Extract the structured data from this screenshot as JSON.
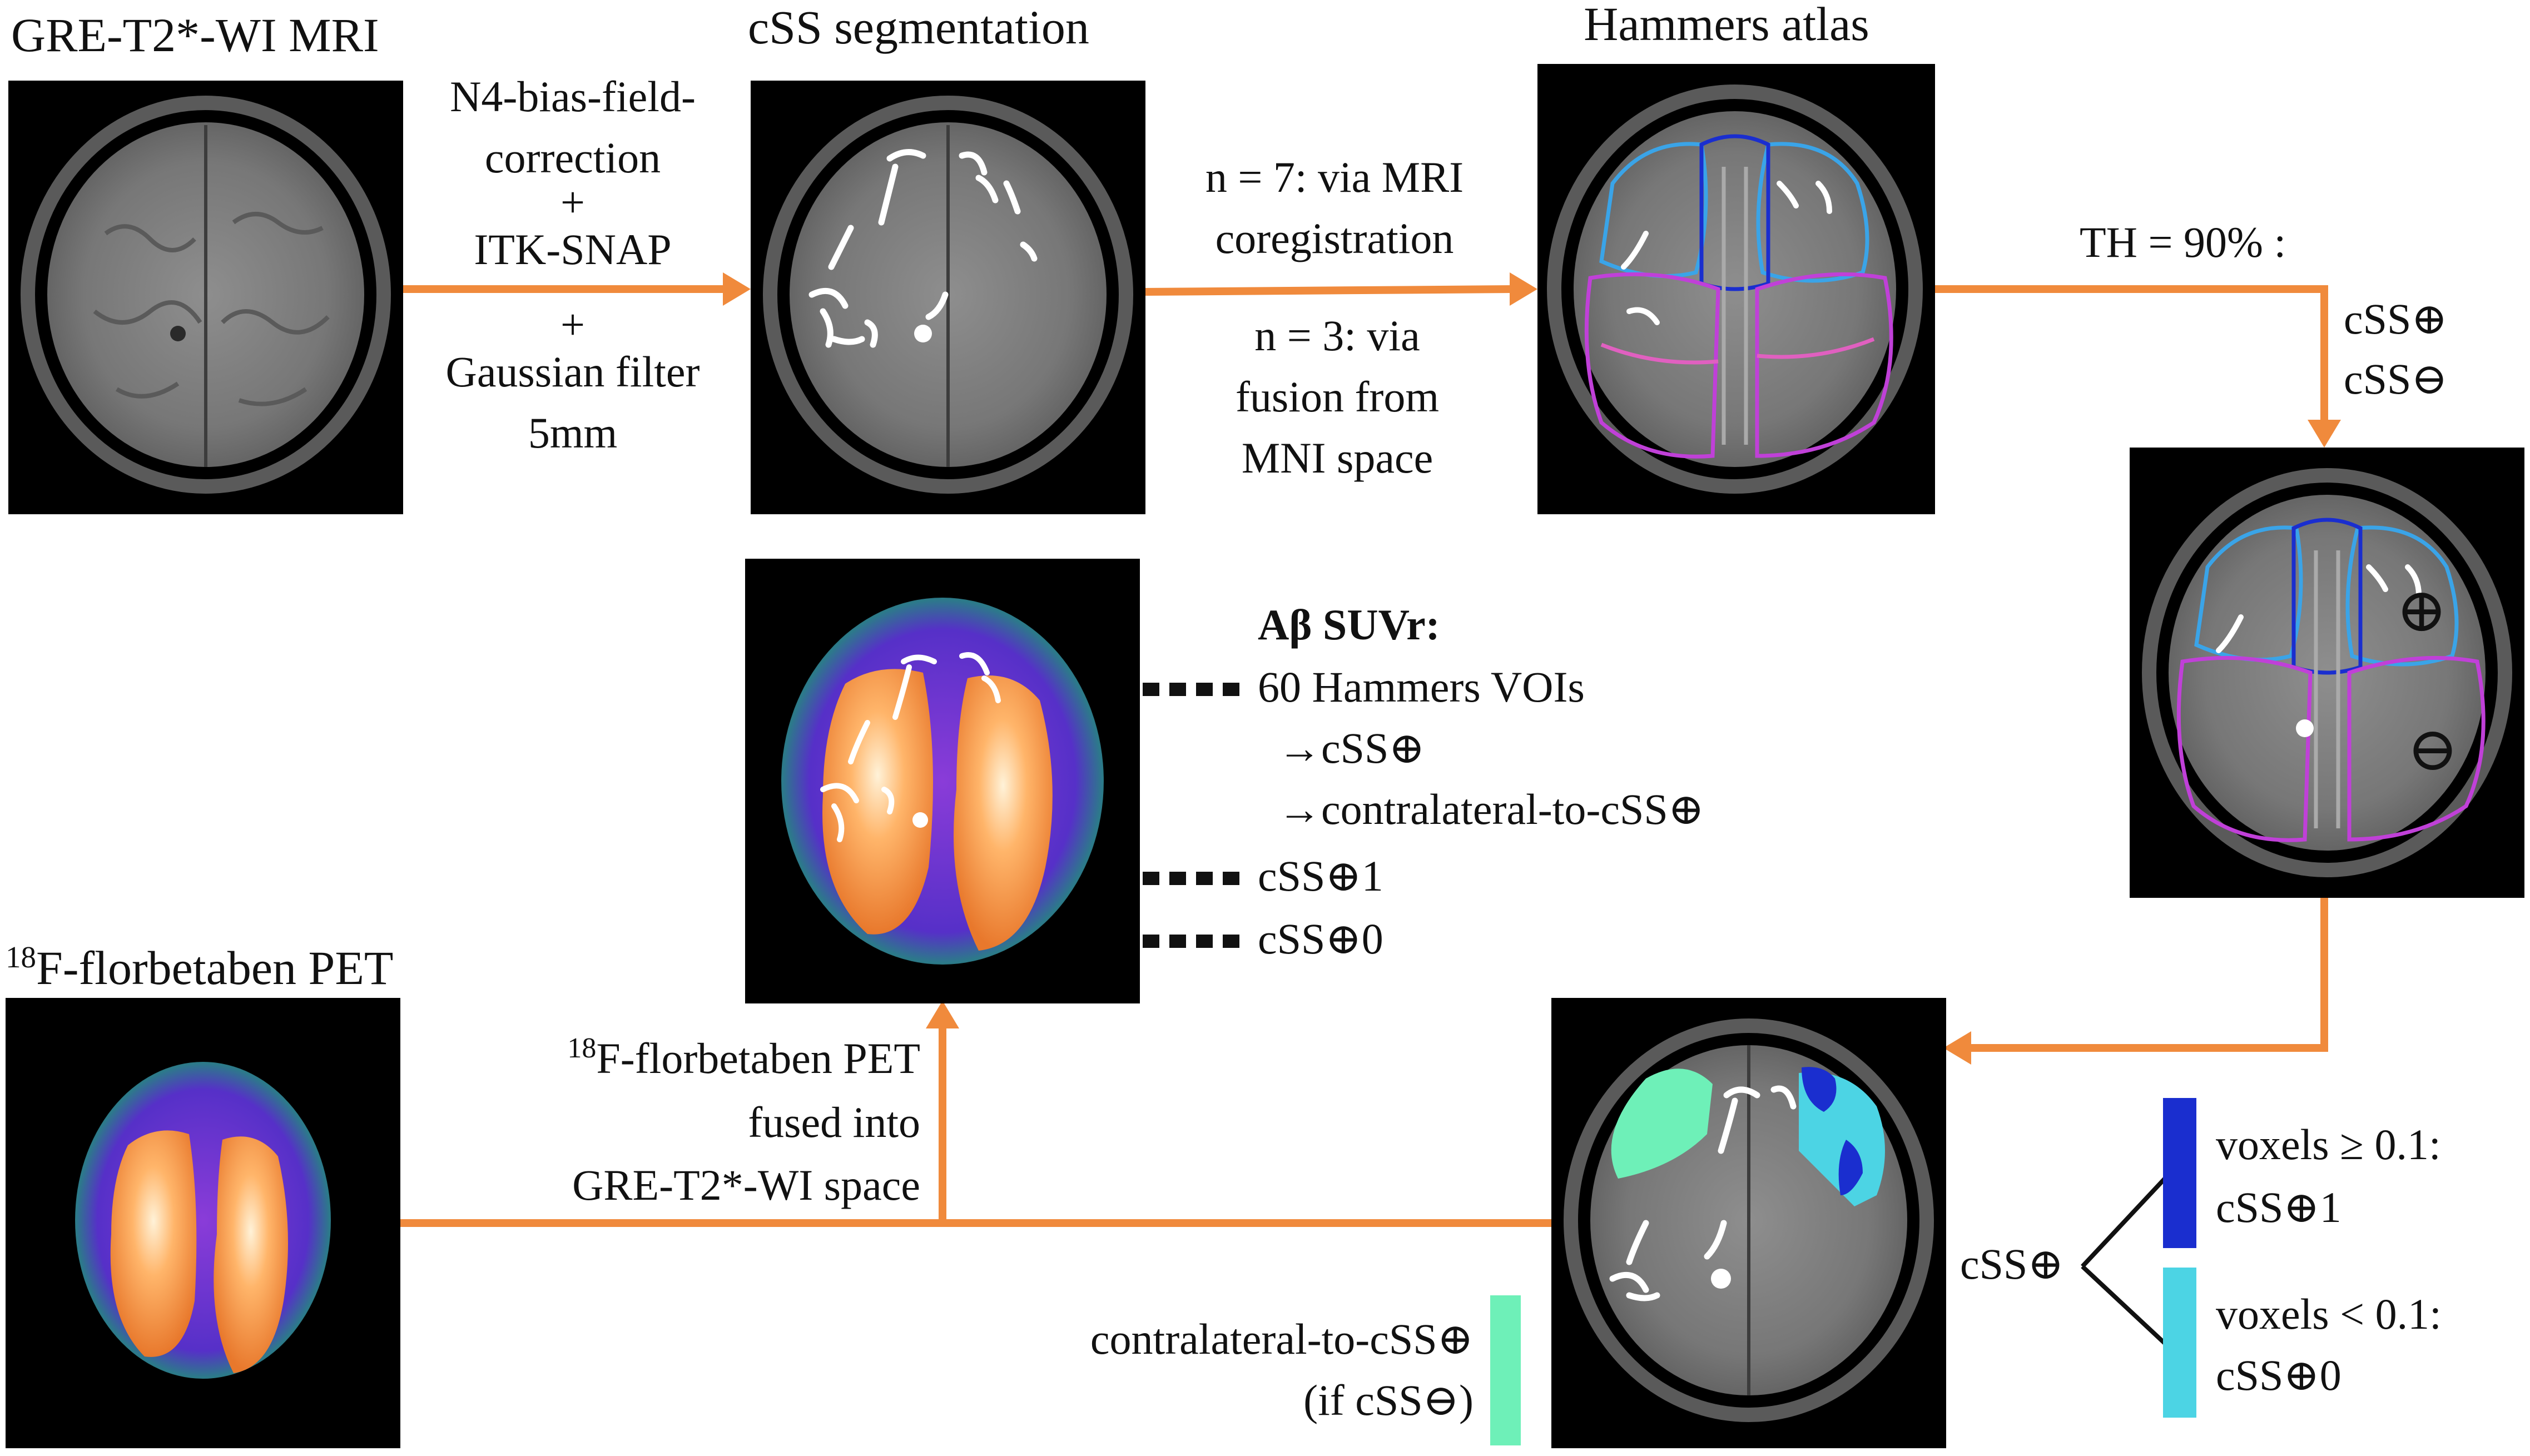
{
  "titles": {
    "mri": "GRE-T2*-WI MRI",
    "segmentation": "cSS segmentation",
    "atlas": "Hammers atlas",
    "pet_sup": "18",
    "pet": "F-florbetaben PET"
  },
  "step1": {
    "line1": "N4-bias-field-",
    "line2": "correction",
    "plus1": "+",
    "line3": "ITK-SNAP",
    "plus2": "+",
    "line4": "Gaussian filter",
    "line5": "5mm"
  },
  "step2": {
    "line1": "n = 7: via MRI",
    "line2": "coregistration",
    "line3": "n = 3: via",
    "line4": "fusion from",
    "line5": "MNI space"
  },
  "step3": {
    "threshold": "TH = 90% :",
    "pos": "cSS⊕",
    "neg": "cSS⊖"
  },
  "suvr": {
    "title": "Aβ SUVr:",
    "line1": "60 Hammers VOIs",
    "line2": "→cSS⊕",
    "line3": "→contralateral-to-cSS⊕",
    "line4": "cSS⊕1",
    "line5": "cSS⊕0"
  },
  "fusion": {
    "sup": "18",
    "line1": "F-florbetaben PET",
    "line2": "fused into",
    "line3": "GRE-T2*-WI space"
  },
  "contralateral": {
    "line1": "contralateral-to-cSS⊕",
    "line2": "(if cSS⊖)"
  },
  "branch": {
    "root": "cSS⊕",
    "upper1": "voxels ≥ 0.1:",
    "upper2": "cSS⊕1",
    "lower1": "voxels < 0.1:",
    "lower2": "cSS⊕0"
  },
  "markers": {
    "plus": "⊕",
    "minus": "⊖"
  },
  "colors": {
    "arrow": "#f08a3c",
    "cssPositive1": "#1a2ecf",
    "cssPositive0": "#4cd4e4",
    "contralateral": "#6ef0b8",
    "marker": "#e02020"
  }
}
